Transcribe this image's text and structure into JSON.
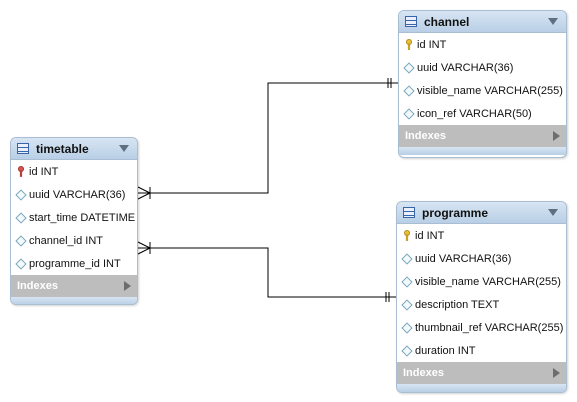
{
  "entities": {
    "channel": {
      "title": "channel",
      "columns": [
        "id INT",
        "uuid VARCHAR(36)",
        "visible_name VARCHAR(255)",
        "icon_ref VARCHAR(50)"
      ],
      "indexes_label": "Indexes"
    },
    "timetable": {
      "title": "timetable",
      "columns": [
        "id INT",
        "uuid VARCHAR(36)",
        "start_time DATETIME",
        "channel_id INT",
        "programme_id INT"
      ],
      "indexes_label": "Indexes"
    },
    "programme": {
      "title": "programme",
      "columns": [
        "id INT",
        "uuid VARCHAR(36)",
        "visible_name VARCHAR(255)",
        "description TEXT",
        "thumbnail_ref VARCHAR(255)",
        "duration INT"
      ],
      "indexes_label": "Indexes"
    }
  },
  "colors": {
    "header": "#c6d8ec",
    "border": "#a9bdd3",
    "indexes_bar": "#bdbdbd",
    "primary_key_yellow": "#e8c132",
    "foreign_key_red": "#d9534f",
    "connector": "#000000"
  },
  "icons": {
    "table": "table-icon",
    "primary_key": "key-icon",
    "column": "diamond-icon",
    "collapse": "chevron-down-icon",
    "expand": "chevron-right-icon"
  }
}
